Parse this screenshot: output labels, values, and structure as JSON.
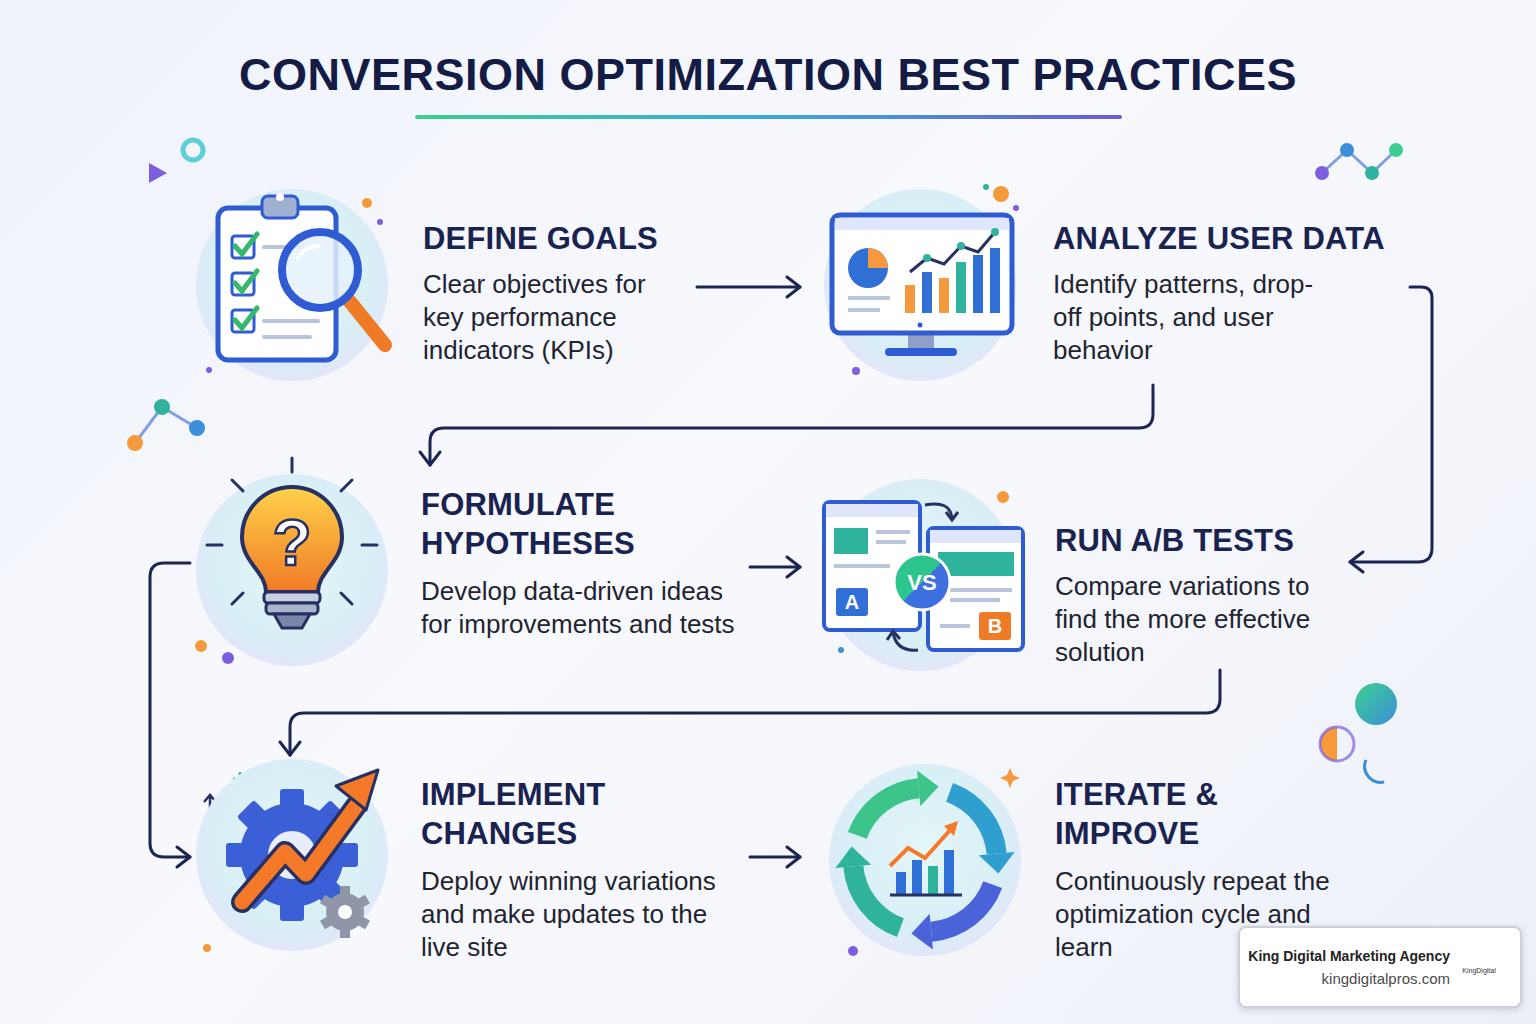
{
  "diagram": {
    "title": "CONVERSION OPTIMIZATION BEST PRACTICES",
    "nodes": [
      {
        "text": [
          "DEFINE GOALS",
          "Clear objectives for key performance indicators (KPIs)"
        ]
      },
      {
        "text": [
          "ANALYZE USER DATA",
          "Identify patterns, drop-off points, and user behavior"
        ]
      },
      {
        "text": [
          "FORMULATE HYPOTHESES",
          "Develop data-driven ideas for improvements and tests"
        ]
      },
      {
        "text": [
          "RUN A/B TESTS",
          "Compare variations to find the more effective solution"
        ]
      },
      {
        "text": [
          "IMPLEMENT CHANGES",
          "Deploy winning variations and make updates to the live site"
        ]
      },
      {
        "text": [
          "ITERATE & IMPROVE",
          "Continuously repeat the optimization cycle and learn"
        ]
      },
      {
        "text": [
          "King Digital Marketing Agency",
          "kingdigitalpros.com"
        ]
      }
    ],
    "edges": [
      {
        "from": 0,
        "to": 1,
        "arrow": "to"
      },
      {
        "from": 1,
        "to": 2,
        "arrow": "to"
      },
      {
        "from": 1,
        "to": 3,
        "arrow": "to"
      },
      {
        "from": 2,
        "to": 3,
        "arrow": "to"
      },
      {
        "from": 3,
        "to": 4,
        "arrow": "to"
      },
      {
        "from": 2,
        "to": 4,
        "arrow": "to"
      },
      {
        "from": 4,
        "to": 5,
        "arrow": "to"
      }
    ],
    "labels": [
      "?",
      "A",
      "VS",
      "B",
      "KingDigital"
    ]
  }
}
